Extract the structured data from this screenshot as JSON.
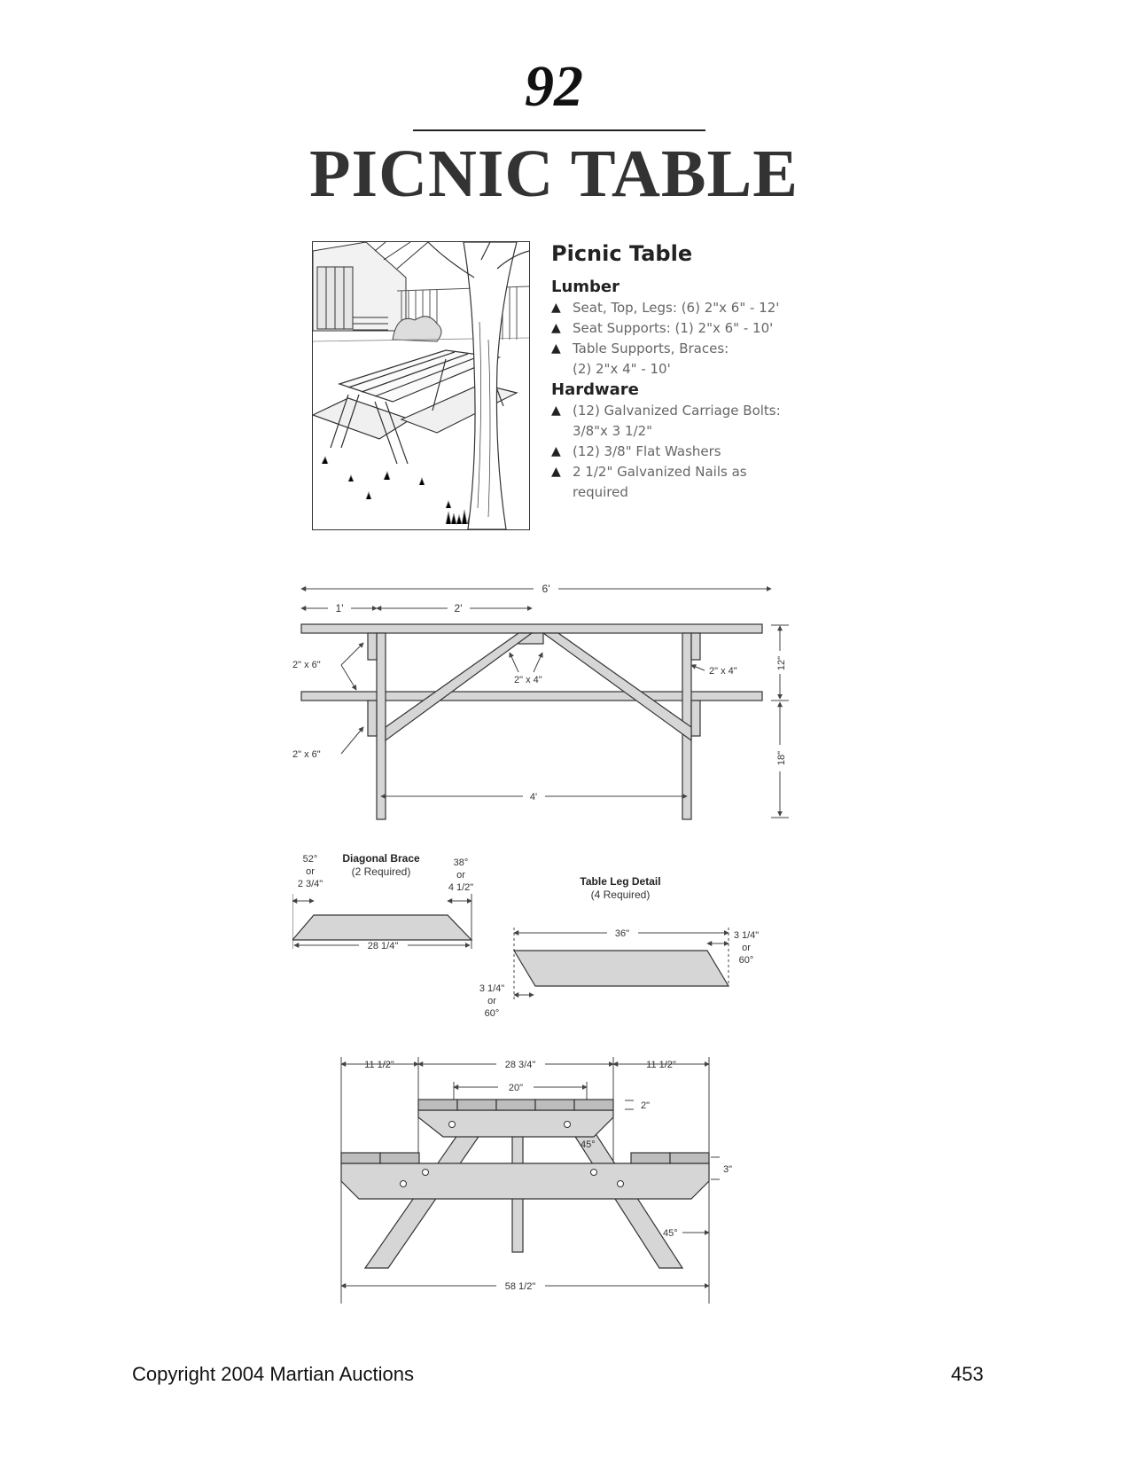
{
  "header": {
    "plan_number": "92",
    "title": "PICNIC TABLE"
  },
  "materials": {
    "title": "Picnic Table",
    "lumber_heading": "Lumber",
    "lumber": [
      {
        "lines": [
          "Seat, Top, Legs: (6) 2\"x 6\" - 12'"
        ]
      },
      {
        "lines": [
          "Seat Supports: (1) 2\"x 6\" - 10'"
        ]
      },
      {
        "lines": [
          "Table Supports, Braces:",
          "(2) 2\"x 4\" - 10'"
        ]
      }
    ],
    "hardware_heading": "Hardware",
    "hardware": [
      {
        "lines": [
          "(12) Galvanized Carriage Bolts:",
          "3/8\"x 3 1/2\""
        ]
      },
      {
        "lines": [
          "(12) 3/8\" Flat Washers"
        ]
      },
      {
        "lines": [
          "2 1/2\" Galvanized Nails as",
          "required"
        ]
      }
    ]
  },
  "side_view": {
    "overall": "6'",
    "seg_1": "1'",
    "seg_2": "2'",
    "top_board": "2\" x 6\"",
    "center_support": "2\" x 4\"",
    "right_support": "2\" x 4\"",
    "seat_board": "2\" x 6\"",
    "upper_height": "12\"",
    "lower_height": "18\"",
    "leg_span": "4'"
  },
  "diagonal_brace": {
    "title": "Diagonal Brace",
    "qty": "(2 Required)",
    "left_angle": [
      "52°",
      "or",
      "2 3/4\""
    ],
    "right_angle": [
      "38°",
      "or",
      "4 1/2\""
    ],
    "length": "28 1/4\""
  },
  "leg_detail": {
    "title": "Table Leg Detail",
    "qty": "(4 Required)",
    "length": "36\"",
    "right_angle": [
      "3 1/4\"",
      "or",
      "60°"
    ],
    "left_angle": [
      "3 1/4\"",
      "or",
      "60°"
    ]
  },
  "end_view": {
    "left_overhang": "11 1/2\"",
    "top_width": "28 3/4\"",
    "right_overhang": "11 1/2\"",
    "inner": "20\"",
    "top_thickness": "2\"",
    "top_angle": "45°",
    "seat_thickness": "3\"",
    "leg_angle": "45°",
    "overall_width": "58 1/2\""
  },
  "footer": {
    "copyright": "Copyright 2004 Martian Auctions",
    "page_number": "453"
  }
}
